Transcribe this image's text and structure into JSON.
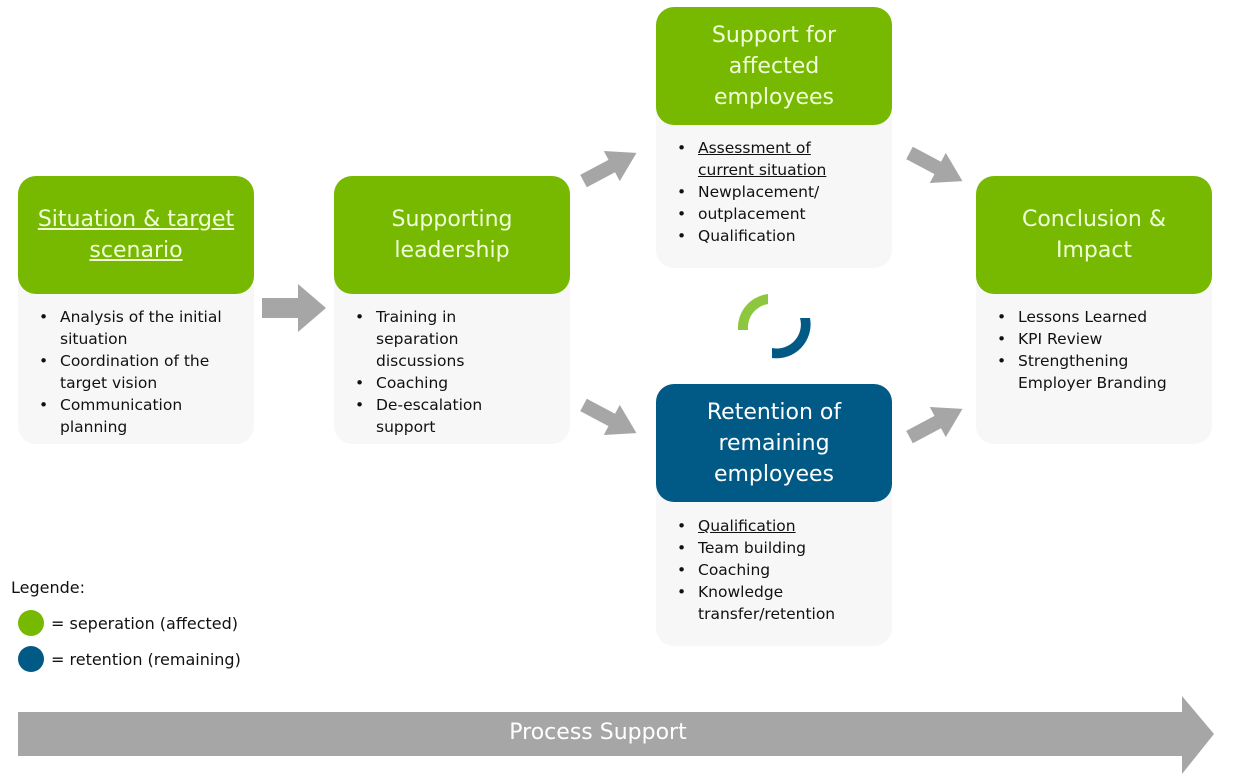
{
  "boxes": [
    {
      "id": "situation",
      "title": "Situation & target scenario",
      "color": "green",
      "items": [
        "Analysis of the initial situation",
        "Coordination of the target vision",
        "Communication planning"
      ]
    },
    {
      "id": "leadership",
      "title": "Supporting leadership",
      "color": "green",
      "items": [
        "Training in separation discussions",
        "Coaching",
        "De-escalation support"
      ]
    },
    {
      "id": "affected",
      "title": "Support for affected employees",
      "color": "green",
      "items": [
        "Assessment of current situation",
        "Newplacement/",
        "outplacement",
        "Qualification"
      ]
    },
    {
      "id": "retention",
      "title": "Retention of remaining employees",
      "color": "blue",
      "items": [
        "Qualification",
        "Team building",
        "Coaching",
        "Knowledge transfer/retention"
      ]
    },
    {
      "id": "conclusion",
      "title": "Conclusion & Impact",
      "color": "green",
      "items": [
        "Lessons Learned",
        "KPI Review",
        "Strengthening Employer Branding"
      ]
    }
  ],
  "legend": {
    "title": "Legende:",
    "entries": [
      {
        "label": "= seperation (affected)",
        "color": "#76b900"
      },
      {
        "label": "= retention (remaining)",
        "color": "#005a85"
      }
    ]
  },
  "process_bar": {
    "label": "Process Support"
  },
  "colors": {
    "green": "#76b900",
    "blue": "#005a85",
    "arrow": "#a6a6a6",
    "card_bg": "#f7f7f7"
  }
}
